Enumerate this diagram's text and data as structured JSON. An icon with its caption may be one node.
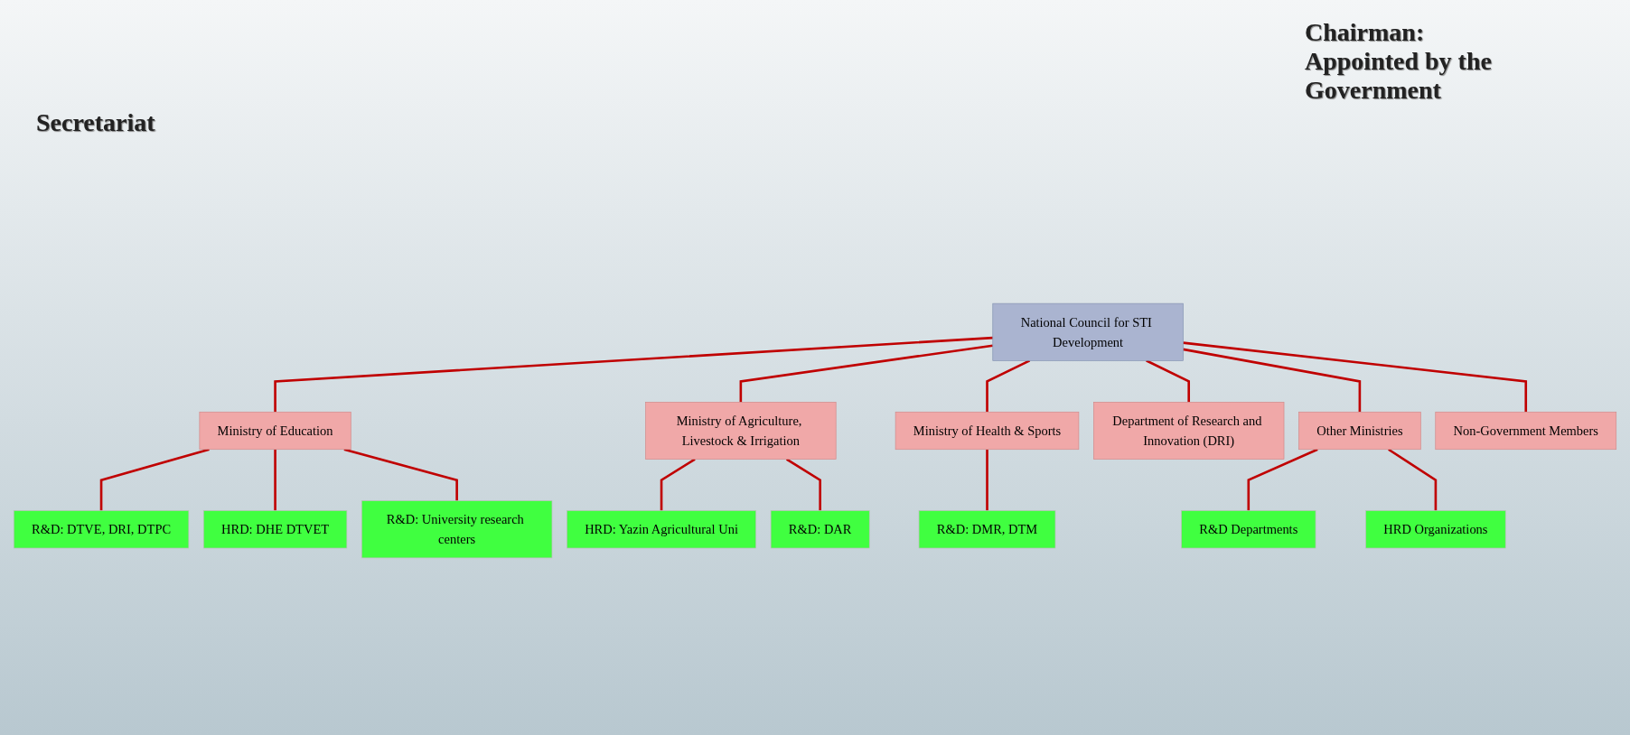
{
  "diagram": {
    "nodes": [
      {
        "text": [
          "National Council for STI Development"
        ]
      },
      {
        "text": [
          "Department of Research and Innovation (DRI)"
        ]
      },
      {
        "text": [
          "Ministry of Education"
        ]
      },
      {
        "text": [
          "Ministry of Agriculture, Livestock & Irrigation"
        ]
      },
      {
        "text": [
          "Ministry of Health & Sports"
        ]
      },
      {
        "text": [
          "Other Ministries"
        ]
      },
      {
        "text": [
          "Non-Government Members"
        ]
      },
      {
        "text": [
          "R&D: DTVE, DRI, DTPC"
        ]
      },
      {
        "text": [
          "HRD: DHE DTVET"
        ]
      },
      {
        "text": [
          "R&D: University research centers"
        ]
      },
      {
        "text": [
          "HRD: Yazin Agricultural Uni"
        ]
      },
      {
        "text": [
          "R&D: DAR"
        ]
      },
      {
        "text": [
          "R&D: DMR, DTM"
        ]
      },
      {
        "text": [
          "R&D Departments"
        ]
      },
      {
        "text": [
          "HRD Organizations"
        ]
      }
    ],
    "edges": [
      {
        "from": 0,
        "to": 1,
        "arrow": "none"
      },
      {
        "from": 0,
        "to": 2,
        "arrow": "none"
      },
      {
        "from": 0,
        "to": 3,
        "arrow": "none"
      },
      {
        "from": 0,
        "to": 4,
        "arrow": "none"
      },
      {
        "from": 0,
        "to": 5,
        "arrow": "none"
      },
      {
        "from": 0,
        "to": 6,
        "arrow": "none"
      },
      {
        "from": 2,
        "to": 7,
        "arrow": "none"
      },
      {
        "from": 2,
        "to": 8,
        "arrow": "none"
      },
      {
        "from": 2,
        "to": 9,
        "arrow": "none"
      },
      {
        "from": 3,
        "to": 10,
        "arrow": "none"
      },
      {
        "from": 3,
        "to": 11,
        "arrow": "none"
      },
      {
        "from": 4,
        "to": 12,
        "arrow": "none"
      },
      {
        "from": 5,
        "to": 13,
        "arrow": "none"
      },
      {
        "from": 5,
        "to": 14,
        "arrow": "none"
      }
    ],
    "labels": [
      "Chairman: Appointed by the Government",
      "Secretariat"
    ]
  }
}
